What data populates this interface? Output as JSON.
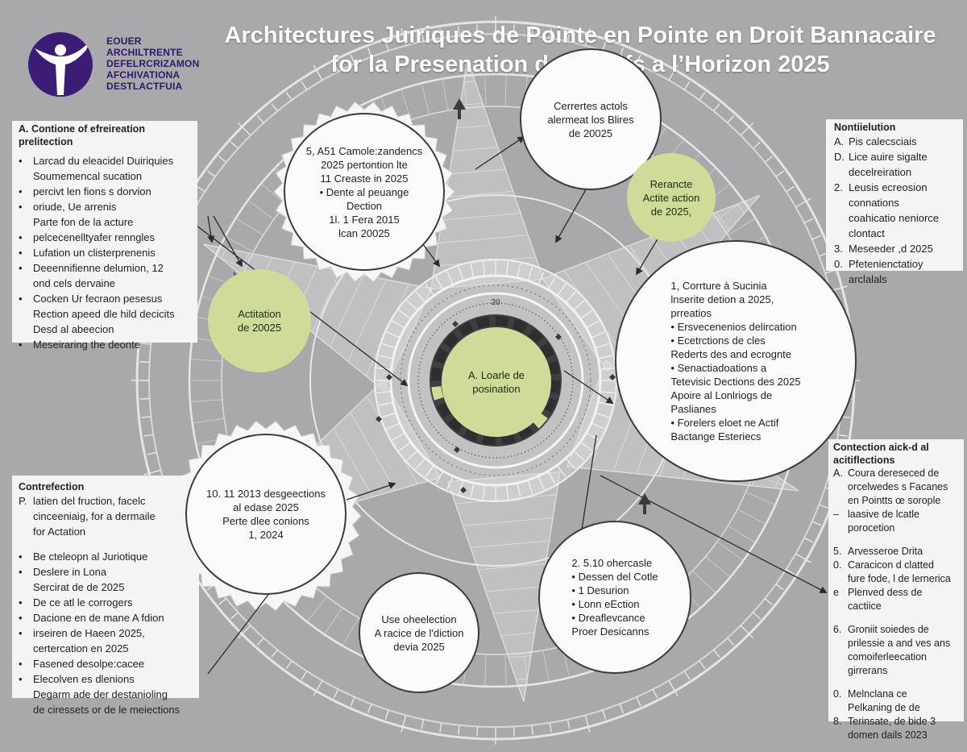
{
  "title": {
    "line1": "Architectures Juiriques de Pointe en Pointe en Droit Bannacaire",
    "line2": "for la Presenation des Actifs a l’Horizon 2025"
  },
  "logo": {
    "lines": [
      "EOUER",
      "ARCHILTRENTE",
      "DEFELRCRIZAMON",
      "AFCHIVATIONA",
      "DESTLACTFUIA"
    ]
  },
  "colors": {
    "background": "#a9a9ab",
    "accent": "#cfdb98",
    "dark": "#3c3c3c",
    "panel": "#f4f4f4",
    "logo": "#3b1d76"
  },
  "left_top_panel": {
    "heading": [
      "A.  Contione of efreireation",
      "prelitection"
    ],
    "items": [
      {
        "m": "•",
        "t": "Larcad du eleacidel Duiriquies"
      },
      {
        "m": "",
        "t": "Soumemencal sucation"
      },
      {
        "m": "•",
        "t": "percivt len fions s dorvion"
      },
      {
        "m": "•",
        "t": "oriude, Ue arrenis"
      },
      {
        "m": "",
        "t": "Parte fon de la acture"
      },
      {
        "m": "•",
        "t": "pelcecenelltyafer renngles"
      },
      {
        "m": "•",
        "t": "Lufation un clisterprenenis"
      },
      {
        "m": "•",
        "t": "Deeennifienne delumion, 12"
      },
      {
        "m": "",
        "t": "ond cels dervaine"
      },
      {
        "m": "•",
        "t": "Cocken Ur fecraon pesesus"
      },
      {
        "m": "",
        "t": "Rection apeed dle hild decicits"
      },
      {
        "m": "",
        "t": "Desd al abeecion"
      },
      {
        "m": "•",
        "t": "Meseiraring the deonte"
      }
    ]
  },
  "left_bottom_panel": {
    "heading": "Contrefection",
    "intro": [
      {
        "m": "P.",
        "t": "latien del fruction, facelc"
      },
      {
        "m": "",
        "t": "cinceeniaig, for a dermaile"
      },
      {
        "m": "",
        "t": "for Actation"
      }
    ],
    "items": [
      {
        "m": "•",
        "t": "Be cteleopn al Juriotique"
      },
      {
        "m": "•",
        "t": "Deslere in Lona"
      },
      {
        "m": "",
        "t": "Sercirat de de 2025"
      },
      {
        "m": "•",
        "t": "De ce atl le corrogers"
      },
      {
        "m": "•",
        "t": "Dacione en de mane A fdion"
      },
      {
        "m": "•",
        "t": "irseiren de Haeen 2025,"
      },
      {
        "m": "",
        "t": "certercation en 2025"
      },
      {
        "m": "•",
        "t": "Fasened desolpe:cacee"
      },
      {
        "m": "•",
        "t": "Elecolven es dlenions"
      },
      {
        "m": "",
        "t": "Degarm ade der destanioling"
      },
      {
        "m": "",
        "t": "de ciressets or de le meiections"
      }
    ]
  },
  "right_top_panel": {
    "heading": "Nontiielution",
    "items": [
      {
        "m": "A.",
        "t": "Pis calecsciais"
      },
      {
        "m": "D.",
        "t": "Lice auire sigalte"
      },
      {
        "m": "",
        "t": "decelreiration"
      },
      {
        "m": "2.",
        "t": "Leusis ecreosion"
      },
      {
        "m": "",
        "t": "connations"
      },
      {
        "m": "",
        "t": "coahicatio neniorce"
      },
      {
        "m": "",
        "t": "clontact"
      },
      {
        "m": "3.",
        "t": "Meseeder ,d 2025"
      },
      {
        "m": "0.",
        "t": "Pfetenienctatioy"
      },
      {
        "m": "",
        "t": "arclalals"
      }
    ]
  },
  "right_bottom_panel": {
    "heading": [
      "Contection aick-d al",
      "acitiflections"
    ],
    "items": [
      {
        "m": "A.",
        "t": "Coura dereseced de"
      },
      {
        "m": "",
        "t": "orcelwedes s Facanes"
      },
      {
        "m": "",
        "t": "en Pointts œ sorople"
      },
      {
        "m": "–",
        "t": "laasive de lcatle"
      },
      {
        "m": "",
        "t": "porocetion"
      },
      {
        "m": "GAP",
        "t": ""
      },
      {
        "m": "5.",
        "t": "Arvesseroe Drita"
      },
      {
        "m": "0.",
        "t": "Caracicon d clatted"
      },
      {
        "m": "",
        "t": "fure fode, l de lernerica"
      },
      {
        "m": "e",
        "t": "Plenved dess de"
      },
      {
        "m": "",
        "t": "cactiice"
      },
      {
        "m": "GAP",
        "t": ""
      },
      {
        "m": "6.",
        "t": "Groniit soiedes de"
      },
      {
        "m": "",
        "t": "prilessie a and ves ans"
      },
      {
        "m": "",
        "t": "comoiferleecation"
      },
      {
        "m": "",
        "t": "girrerans"
      },
      {
        "m": "GAP",
        "t": ""
      },
      {
        "m": "0.",
        "t": "Melnclana ce"
      },
      {
        "m": "",
        "t": "Pelkaning de de"
      },
      {
        "m": "8.",
        "t": "Terinsate, de bide 3"
      },
      {
        "m": "",
        "t": "domen dails 2023"
      }
    ]
  },
  "circles": {
    "top_left": {
      "lines": [
        "5, A51 Camole:zandencs",
        "2025 pertontion lte",
        "11 Creaste in 2025",
        "•  Dente al peuange",
        "Dection",
        "1l. 1 Fera 2015",
        "lcan 20025"
      ]
    },
    "top_center": {
      "lines": [
        "Cerrertes actols",
        "alermeat los Blires",
        "de 20025"
      ]
    },
    "top_right_green": {
      "lines": [
        "Rerancte",
        "Actite action",
        "de 2025,"
      ]
    },
    "left_green": {
      "lines": [
        "Actitation",
        "de 20025"
      ]
    },
    "center": {
      "lines": [
        "A. Loarle de",
        "posination"
      ]
    },
    "right_large": {
      "lines": [
        "1,   Corrture à Sucinia",
        "lnserite detion a 2025,",
        "prreatios",
        "•  Ersvecenenios delircation",
        "•  Ecetrctions de cles",
        "Rederts des and ecrognte",
        "•  Senactiadoations a",
        "Tetevisic Dections des 2025",
        "Apoire al Lonlriogs de",
        "Paslianes",
        "•  Forelers eloet ne Actif",
        "Bactange Esteriecs"
      ]
    },
    "bottom_left": {
      "lines": [
        "10. 11 2013 desgeections",
        "al edase 2025",
        "Perte dlee conions",
        "1, 2024"
      ]
    },
    "bottom_center": {
      "lines": [
        "Use oheelection",
        "A racice de l'diction",
        "devia 2025"
      ]
    },
    "bottom_right": {
      "lines": [
        "2.  5.10 ohercasle",
        "•  Dessen del Cotle",
        "•  1 Desurion",
        "•  Lonn eEction",
        "•  Dreaflevcance",
        "Proer Desicanns"
      ]
    }
  },
  "center_ring_mark": "20"
}
